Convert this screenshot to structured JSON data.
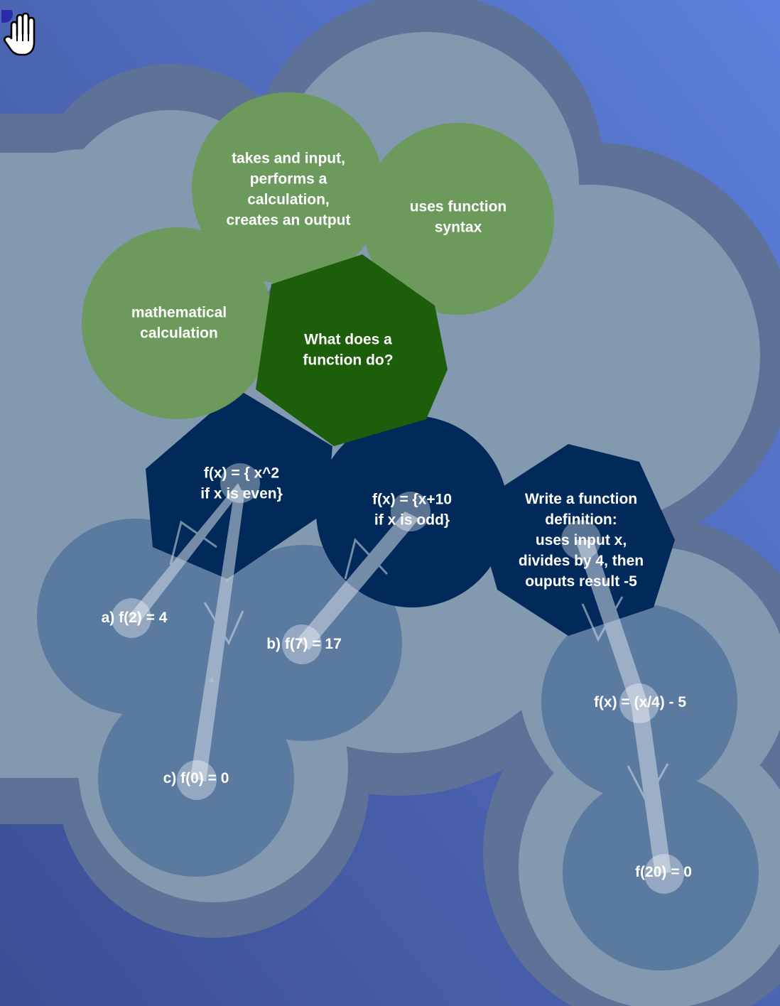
{
  "tool": {
    "cursor": "hand-icon"
  },
  "colors": {
    "background": "#4a63b0",
    "region_outer": "#5e7196",
    "region_inner": "#8399b0",
    "green_light": "#6b9a5c",
    "green_dark": "#1d5e0a",
    "navy": "#012a5a",
    "blue_gray": "#5b7aa0",
    "connector": "#d3dce8"
  },
  "nodes": {
    "center": {
      "lines": [
        "What does a",
        "function do?"
      ]
    },
    "takes_input": {
      "lines": [
        "takes and input,",
        "performs a",
        "calculation,",
        "creates an output"
      ]
    },
    "uses_syntax": {
      "lines": [
        "uses function",
        "syntax"
      ]
    },
    "math_calc": {
      "lines": [
        "mathematical",
        "calculation"
      ]
    },
    "fx_even": {
      "lines": [
        "f(x) = { x^2",
        "if x is even}"
      ]
    },
    "fx_odd": {
      "lines": [
        "f(x) = {x+10",
        "if x is odd}"
      ]
    },
    "write_def": {
      "lines": [
        "Write a function",
        "definition:",
        "uses input x,",
        "divides by 4, then",
        "ouputs result -5"
      ]
    },
    "a": {
      "lines": [
        "a) f(2) = 4"
      ]
    },
    "b": {
      "lines": [
        "b) f(7) = 17"
      ]
    },
    "c": {
      "lines": [
        "c) f(0) = 0"
      ]
    },
    "fx_def": {
      "lines": [
        "f(x) = (x/4) - 5"
      ]
    },
    "f20": {
      "lines": [
        "f(20) = 0"
      ]
    }
  }
}
